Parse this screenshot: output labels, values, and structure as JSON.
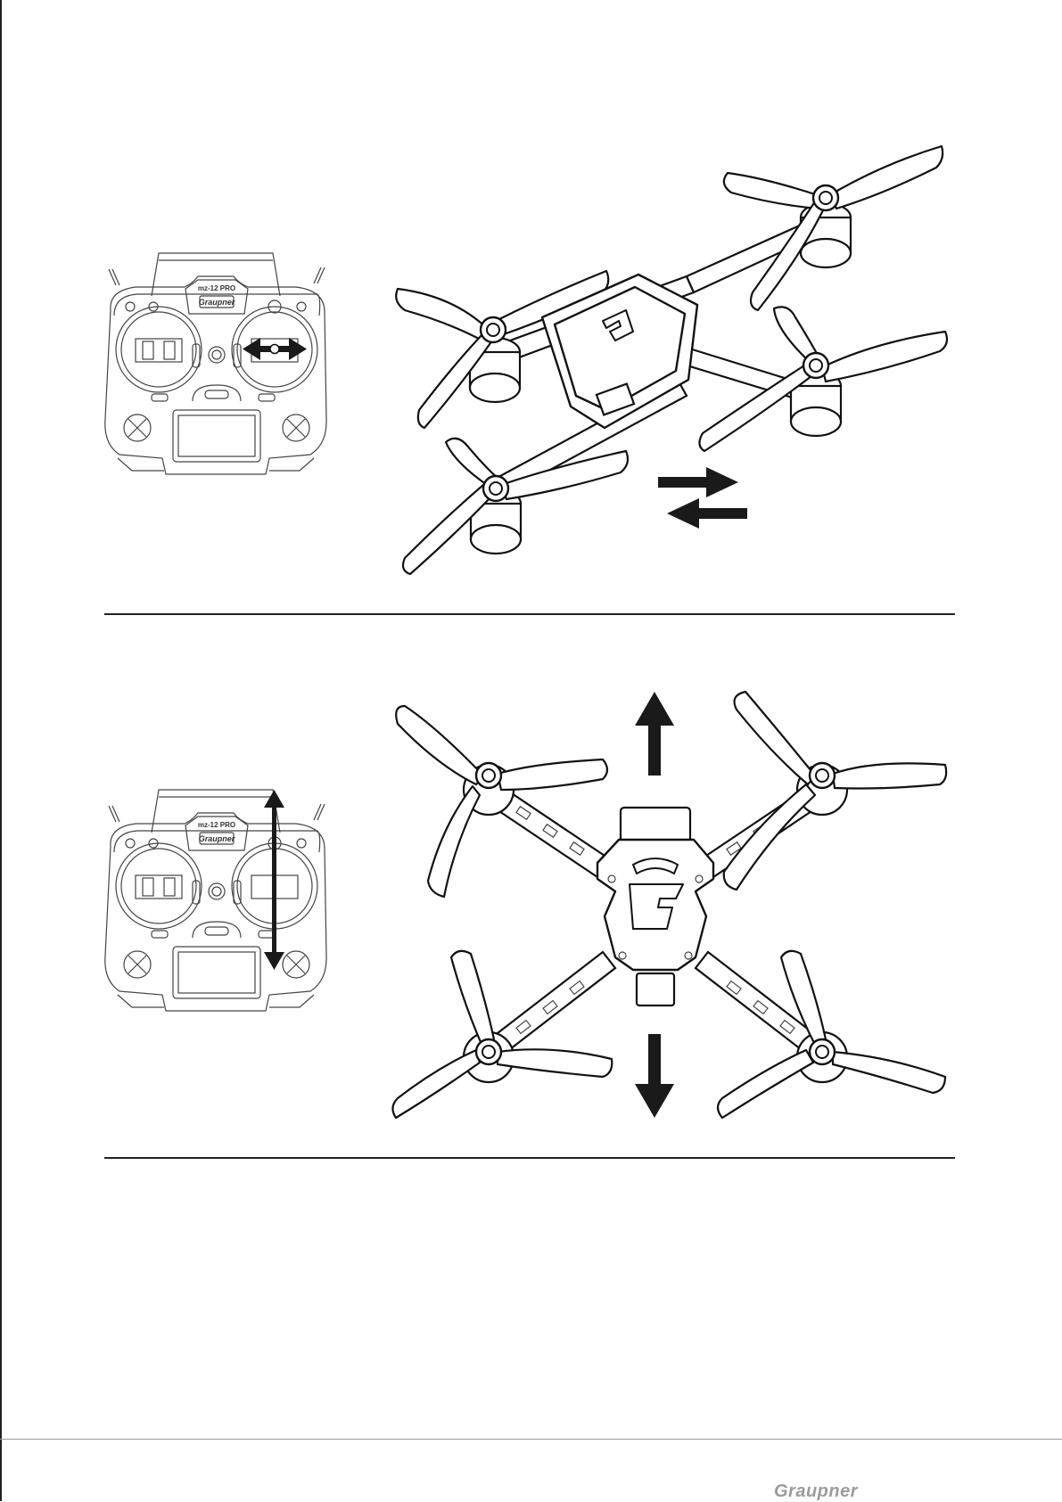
{
  "transmitter": {
    "model_label": "mz-12 PRO",
    "brand_label": "Graupner"
  },
  "footer": {
    "brand": "Graupner"
  },
  "figures": [
    {
      "id": "yaw",
      "stick": "right",
      "stick_motion": "horizontal",
      "aircraft_view": "perspective",
      "motion_indicator": "left-right arrows"
    },
    {
      "id": "pitch",
      "stick": "right",
      "stick_motion": "vertical",
      "aircraft_view": "top",
      "motion_indicator": "up-down arrows"
    }
  ]
}
